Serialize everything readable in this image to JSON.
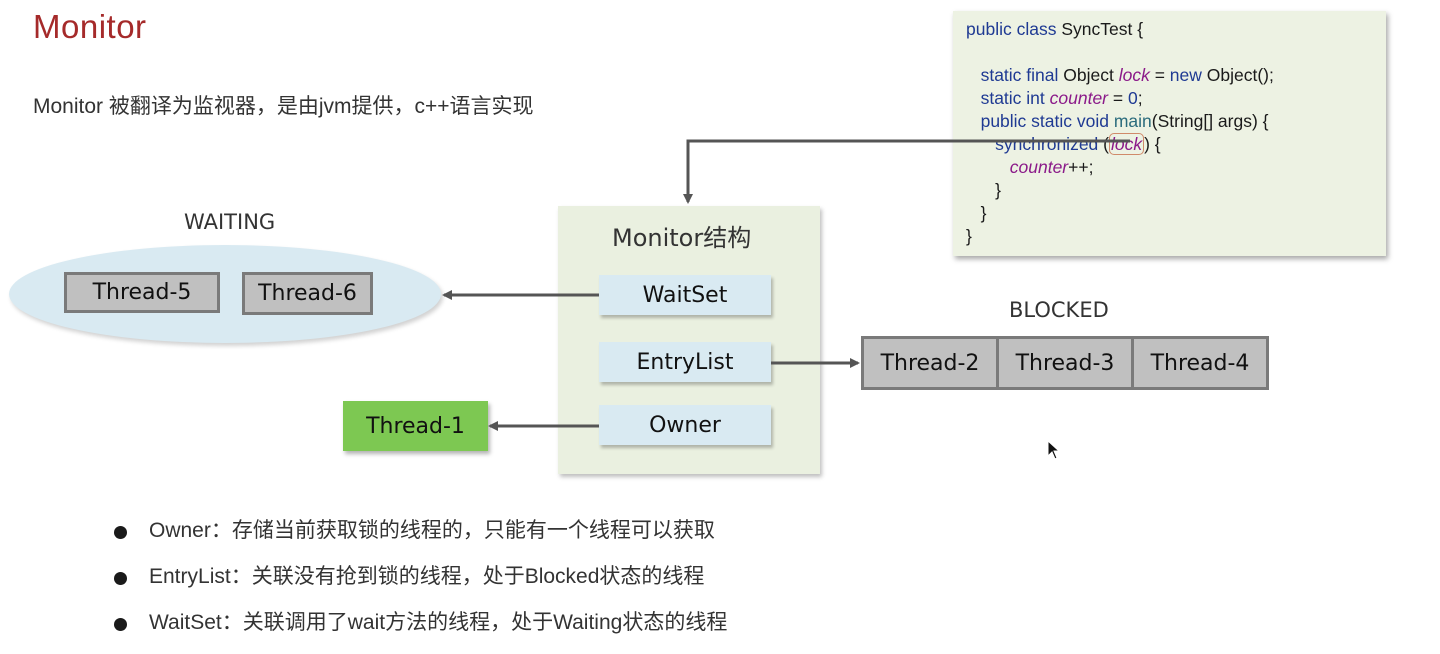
{
  "title": "Monitor",
  "subtitle": "Monitor 被翻译为监视器，是由jvm提供，c++语言实现",
  "code": {
    "lines": [
      [
        {
          "t": "public class ",
          "c": "kw"
        },
        {
          "t": "SyncTest {",
          "c": ""
        }
      ],
      [],
      [
        {
          "t": "   static final ",
          "c": "kw"
        },
        {
          "t": "Object ",
          "c": ""
        },
        {
          "t": "lock",
          "c": "fld"
        },
        {
          "t": " = ",
          "c": ""
        },
        {
          "t": "new ",
          "c": "kw"
        },
        {
          "t": "Object();",
          "c": ""
        }
      ],
      [
        {
          "t": "   static int ",
          "c": "kw"
        },
        {
          "t": "counter",
          "c": "fld"
        },
        {
          "t": " = ",
          "c": ""
        },
        {
          "t": "0",
          "c": "num"
        },
        {
          "t": ";",
          "c": ""
        }
      ],
      [
        {
          "t": "   public static void ",
          "c": "kw"
        },
        {
          "t": "main",
          "c": "mth"
        },
        {
          "t": "(String[] args) {",
          "c": ""
        }
      ],
      [
        {
          "t": "      synchronized ",
          "c": "kw"
        },
        {
          "t": "(",
          "c": ""
        },
        {
          "t": "lock",
          "c": "fld lock-hl"
        },
        {
          "t": ") {",
          "c": ""
        }
      ],
      [
        {
          "t": "         ",
          "c": ""
        },
        {
          "t": "counter",
          "c": "fld"
        },
        {
          "t": "++;",
          "c": ""
        }
      ],
      [
        {
          "t": "      }",
          "c": ""
        }
      ],
      [
        {
          "t": "   }",
          "c": ""
        }
      ],
      [
        {
          "t": "}",
          "c": ""
        }
      ]
    ]
  },
  "diagram": {
    "waiting": {
      "label": "WAITING",
      "threads": [
        "Thread-5",
        "Thread-6"
      ]
    },
    "monitor": {
      "title": "Monitor结构",
      "slots": {
        "waitset": "WaitSet",
        "entrylist": "EntryList",
        "owner": "Owner"
      }
    },
    "blocked": {
      "label": "BLOCKED",
      "threads": [
        "Thread-2",
        "Thread-3",
        "Thread-4"
      ]
    },
    "owner_thread": "Thread-1",
    "colors": {
      "owner_thread": "#7dc852",
      "slot": "#d9eaf2",
      "monitor_bg": "#eaf0e0",
      "thread_gray": "#c0c0c0",
      "title_red": "#a52a2a"
    }
  },
  "bullets": [
    "Owner：存储当前获取锁的线程的，只能有一个线程可以获取",
    "EntryList：关联没有抢到锁的线程，处于Blocked状态的线程",
    "WaitSet：关联调用了wait方法的线程，处于Waiting状态的线程"
  ]
}
